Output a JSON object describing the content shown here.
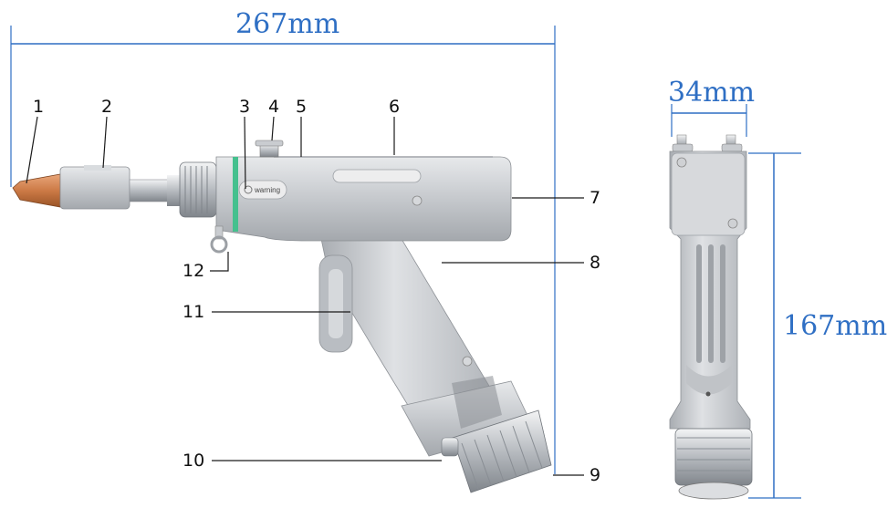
{
  "colors": {
    "dimension": "#2f6fc4",
    "body_metal": "#c9ccd0",
    "body_shadow": "#9ea2a7",
    "nozzle_copper": "#cc7a46",
    "green_ring": "#45c08e",
    "leader": "#1a1a1a"
  },
  "dimensions": {
    "length": "267mm",
    "width": "34mm",
    "height": "167mm"
  },
  "warning_label": "warning",
  "callouts": [
    "1",
    "2",
    "3",
    "4",
    "5",
    "6",
    "7",
    "8",
    "9",
    "10",
    "11",
    "12"
  ],
  "icons": [
    "welding-gun-side-view",
    "welding-gun-back-view"
  ]
}
